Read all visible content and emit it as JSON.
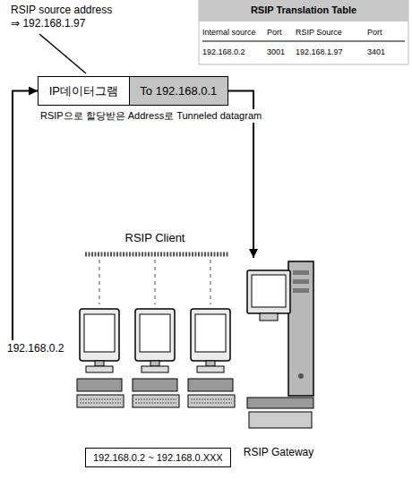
{
  "diagram": {
    "nodes": [
      {
        "text": [
          "RSIP으로 할당받은 Address로 Tunneled datagram"
        ]
      },
      {
        "text": [
          "IP데이터그램"
        ],
        "in": 0
      },
      {
        "text": [
          "To 192.168.0.1"
        ],
        "in": 0
      },
      {
        "text": [
          "192.168.0.2"
        ]
      },
      {
        "text": [
          "RSIP Gateway"
        ]
      },
      {
        "text": [
          "192.168.0.2 ~ 192.168.0.XXX"
        ]
      }
    ],
    "edges": [
      {
        "from": 3,
        "to": 0,
        "arrow": "to"
      },
      {
        "from": 0,
        "to": 4,
        "arrow": "to"
      }
    ],
    "labels": [
      "RSIP source address ⇒ 192.168.1.97",
      "RSIP Translation Table",
      "Internal source",
      "Port",
      "RSIP Source",
      "Port",
      "192.168.0.2",
      "3001",
      "192.168.1.97",
      "3401",
      "RSIP Client"
    ]
  }
}
